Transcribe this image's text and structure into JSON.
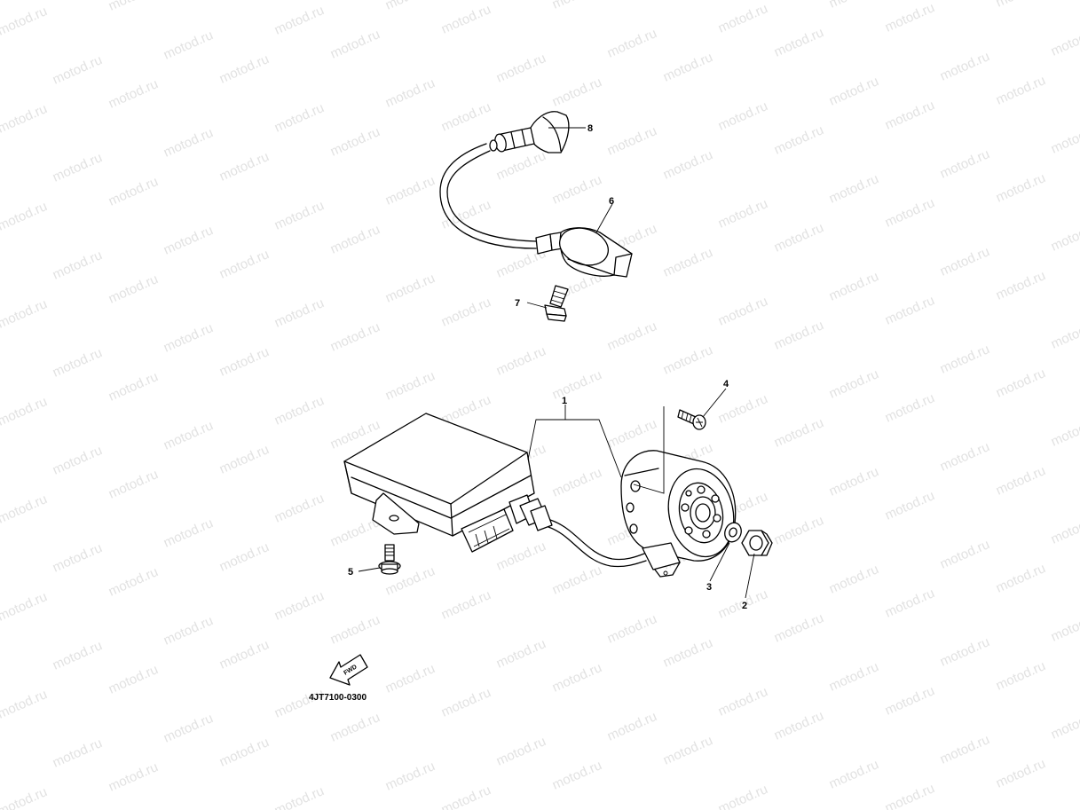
{
  "watermark": {
    "text": "motod.ru",
    "color": "#e2e2e2"
  },
  "diagram_code": "4JT7100-0300",
  "fwd_label": "FWD",
  "callouts": [
    {
      "id": "1",
      "label": "1"
    },
    {
      "id": "2",
      "label": "2"
    },
    {
      "id": "3",
      "label": "3"
    },
    {
      "id": "4",
      "label": "4"
    },
    {
      "id": "5",
      "label": "5"
    },
    {
      "id": "6",
      "label": "6"
    },
    {
      "id": "7",
      "label": "7"
    },
    {
      "id": "8",
      "label": "8"
    }
  ]
}
